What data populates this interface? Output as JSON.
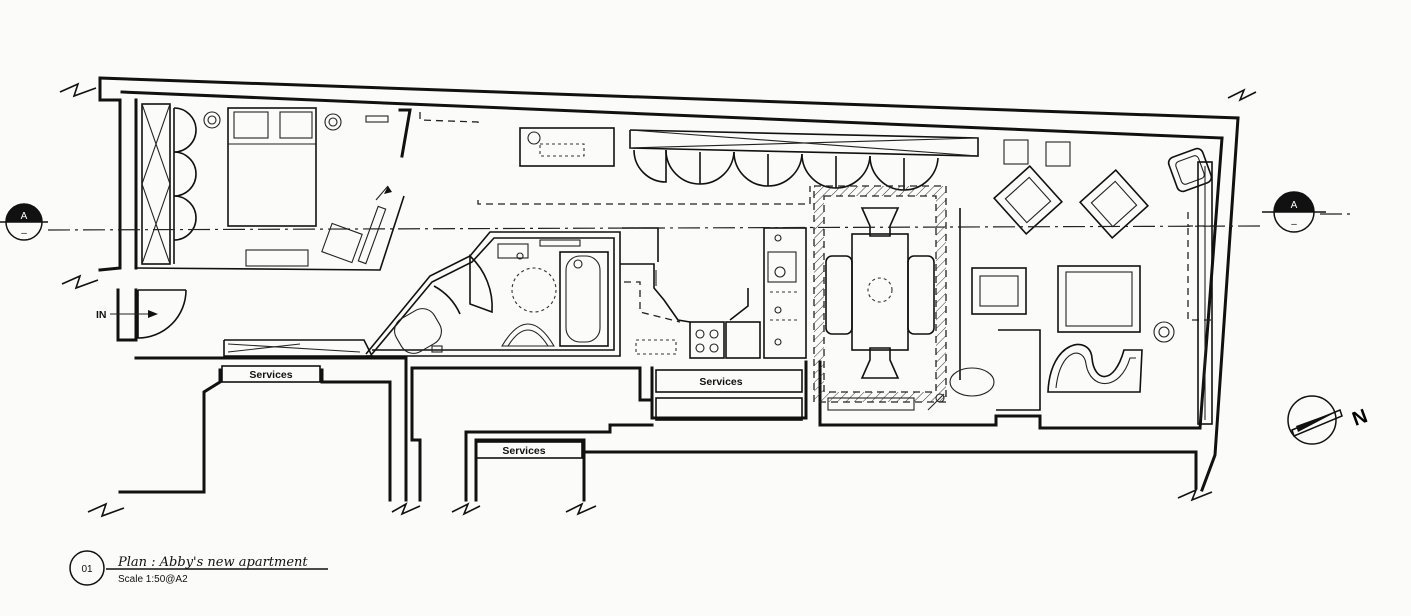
{
  "entrance": {
    "label": "IN"
  },
  "section_markers": {
    "left": {
      "letter": "A",
      "sub": "–"
    },
    "right": {
      "letter": "A",
      "sub": "–"
    }
  },
  "services_labels": {
    "left": "Services",
    "middle": "Services",
    "lower": "Services"
  },
  "north_arrow": {
    "label": "N"
  },
  "title_block": {
    "number": "01",
    "title": "Plan : Abby's new apartment",
    "scale": "Scale 1:50@A2"
  }
}
